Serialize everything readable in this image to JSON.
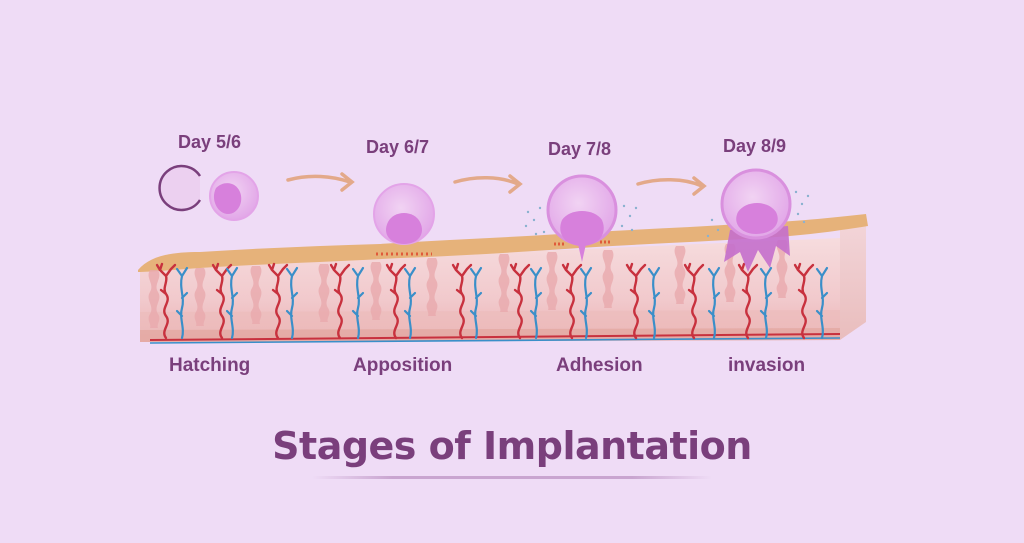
{
  "diagram": {
    "title": "Stages of Implantation",
    "stages": [
      {
        "day": "Day 5/6",
        "name": "Hatching"
      },
      {
        "day": "Day 6/7",
        "name": "Apposition"
      },
      {
        "day": "Day 7/8",
        "name": "Adhesion"
      },
      {
        "day": "Day 8/9",
        "name": "invasion"
      }
    ],
    "colors": {
      "background": "#efdcf6",
      "text": "#7a3f7c",
      "epithelium": "#e6b27a",
      "stroma": "#f3cfd3",
      "blastocyst": "#dfa0e6",
      "inner_cell_mass": "#d57fd9",
      "artery": "#c8313e",
      "vein": "#3a8fc9",
      "arrow": "#e3a98a"
    }
  }
}
